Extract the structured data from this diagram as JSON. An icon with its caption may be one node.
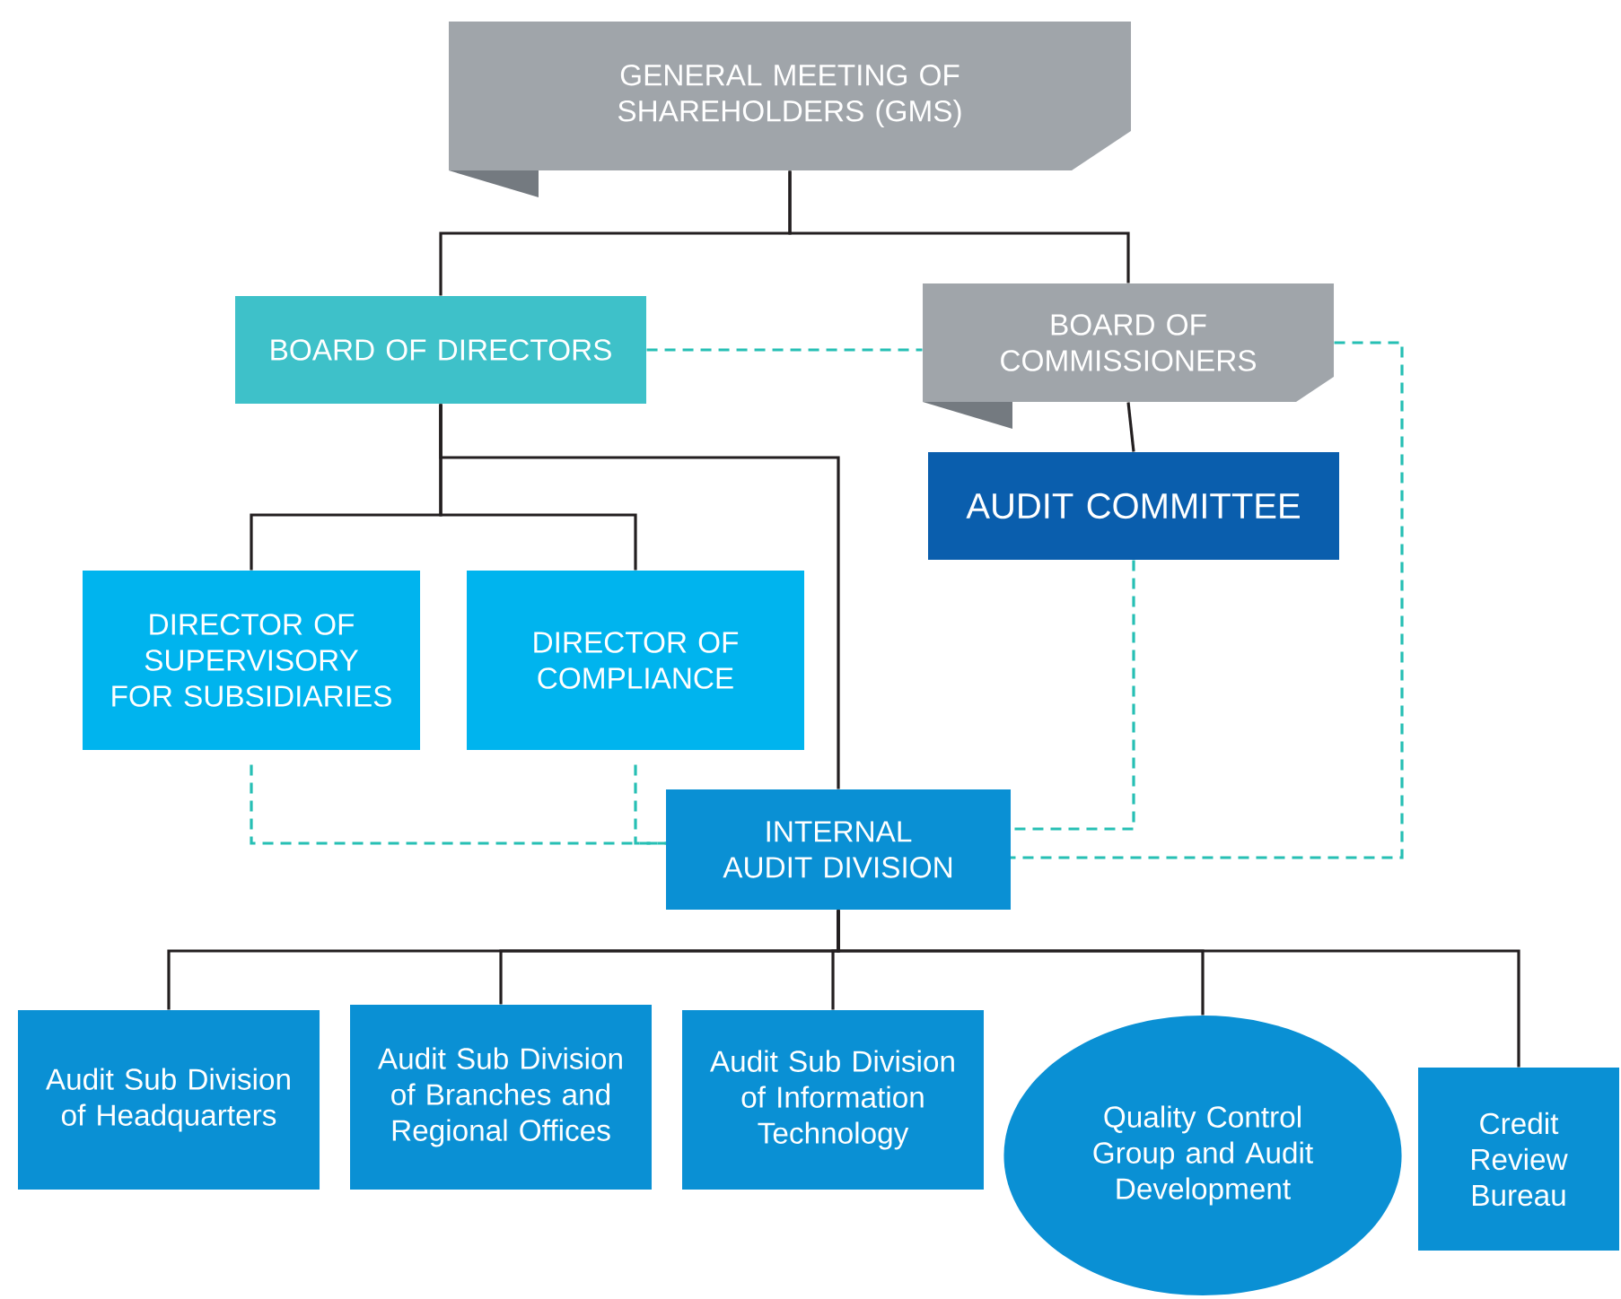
{
  "diagram": {
    "nodes": [
      {
        "text": [
          "GENERAL MEETING OF SHAREHOLDERS (GMS)"
        ]
      },
      {
        "text": [
          "BOARD OF DIRECTORS"
        ]
      },
      {
        "text": [
          "BOARD OF COMMISSIONERS"
        ]
      },
      {
        "text": [
          "AUDIT COMMITTEE"
        ]
      },
      {
        "text": [
          "DIRECTOR OF SUPERVISORY FOR SUBSIDIARIES"
        ]
      },
      {
        "text": [
          "DIRECTOR OF COMPLIANCE"
        ]
      },
      {
        "text": [
          "INTERNAL AUDIT DIVISION"
        ]
      },
      {
        "text": [
          "Audit Sub Division of Headquarters"
        ]
      },
      {
        "text": [
          "Audit Sub Division of Branches and Regional Offices"
        ]
      },
      {
        "text": [
          "Audit Sub Division of Information Technology"
        ]
      },
      {
        "text": [
          "Quality Control Group and Audit Development"
        ]
      },
      {
        "text": [
          "Credit Review Bureau"
        ]
      }
    ],
    "edges": [
      {
        "from": 0,
        "to": 1,
        "arrow": "none"
      },
      {
        "from": 0,
        "to": 2,
        "arrow": "none"
      },
      {
        "from": 1,
        "to": 2,
        "arrow": "none",
        "style": "dashed",
        "color": "#26bfb4"
      },
      {
        "from": 2,
        "to": 3,
        "arrow": "none"
      },
      {
        "from": 1,
        "to": 4,
        "arrow": "none"
      },
      {
        "from": 1,
        "to": 5,
        "arrow": "none"
      },
      {
        "from": 1,
        "to": 6,
        "arrow": "none"
      },
      {
        "from": 4,
        "to": 6,
        "arrow": "none",
        "style": "dashed",
        "color": "#26bfb4"
      },
      {
        "from": 5,
        "to": 6,
        "arrow": "none",
        "style": "dashed",
        "color": "#26bfb4"
      },
      {
        "from": 3,
        "to": 6,
        "arrow": "none",
        "style": "dashed",
        "color": "#26bfb4"
      },
      {
        "from": 2,
        "to": 6,
        "arrow": "none",
        "style": "dashed",
        "color": "#26bfb4"
      },
      {
        "from": 6,
        "to": 7,
        "arrow": "none"
      },
      {
        "from": 6,
        "to": 8,
        "arrow": "none"
      },
      {
        "from": 6,
        "to": 9,
        "arrow": "none"
      },
      {
        "from": 6,
        "to": 10,
        "arrow": "none"
      },
      {
        "from": 6,
        "to": 11,
        "arrow": "none"
      }
    ]
  }
}
